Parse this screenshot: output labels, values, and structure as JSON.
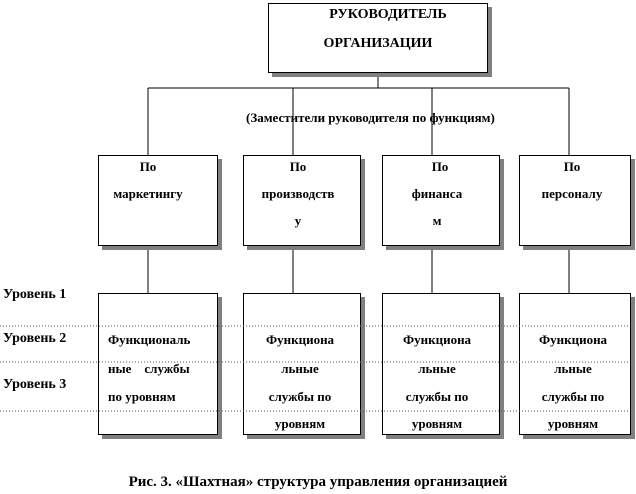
{
  "head": {
    "line1": "РУКОВОДИТЕЛЬ",
    "line2": "ОРГАНИЗАЦИИ"
  },
  "deputies_label": "(Заместители руководителя по функциям)",
  "functions": [
    {
      "line1": "По",
      "line2": "маркетингу",
      "line3": ""
    },
    {
      "line1": "По",
      "line2": "производств",
      "line3": "у"
    },
    {
      "line1": "По",
      "line2": "финанса",
      "line3": "м"
    },
    {
      "line1": "По",
      "line2": "персоналу",
      "line3": ""
    }
  ],
  "services": [
    {
      "lines": [
        "Функциональ",
        "ные    службы",
        "по уровням"
      ]
    },
    {
      "lines": [
        "Функциона",
        "льные",
        "службы по",
        "уровням"
      ]
    },
    {
      "lines": [
        "Функциона",
        "льные",
        "службы по",
        "уровням"
      ]
    },
    {
      "lines": [
        "Функциона",
        "льные",
        "службы по",
        "уровням"
      ]
    }
  ],
  "levels": [
    "Уровень 1",
    "Уровень 2",
    "Уровень 3"
  ],
  "caption": "Рис. 3. «Шахтная» структура управления организацией"
}
